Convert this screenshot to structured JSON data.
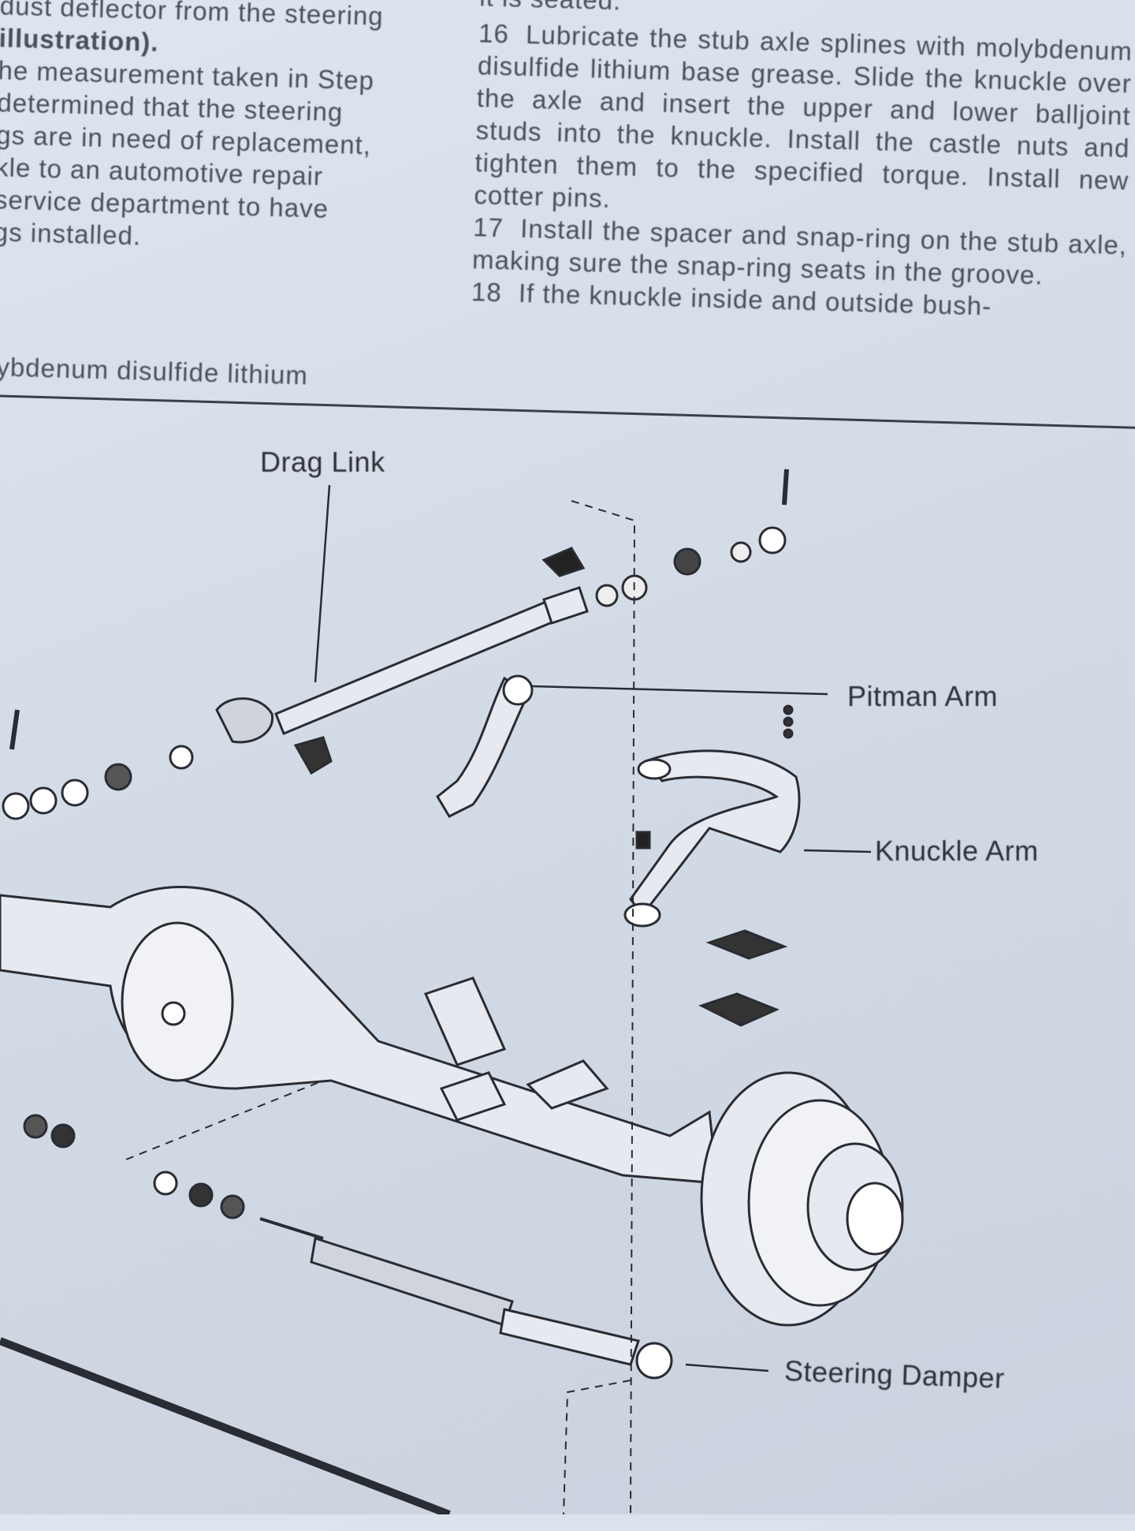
{
  "left_column": {
    "lines": [
      "dust deflector from the steering",
      "illustration).",
      "he measurement taken in Step",
      "determined that the steering",
      "gs are in need of replacement,",
      "kle to an automotive repair",
      "service department to have",
      "gs installed.",
      "lybdenum disulfide lithium"
    ]
  },
  "right_column": {
    "top_fragment": "it is seated.",
    "steps": [
      {
        "number": "16",
        "text": "Lubricate the stub axle splines with molybdenum disulfide lithium base grease. Slide the knuckle over the axle and insert the upper and lower balljoint studs into the knuckle. Install the castle nuts and tighten them to the specified torque. Install new cotter pins."
      },
      {
        "number": "17",
        "text": "Install the spacer and snap-ring on the stub axle, making sure the snap-ring seats in the groove."
      },
      {
        "number": "18",
        "text": "If the knuckle inside and outside bush-"
      }
    ]
  },
  "diagram": {
    "labels": {
      "drag_link": "Drag Link",
      "pitman_arm": "Pitman Arm",
      "knuckle_arm": "Knuckle Arm",
      "steering_damper": "Steering Damper"
    }
  }
}
